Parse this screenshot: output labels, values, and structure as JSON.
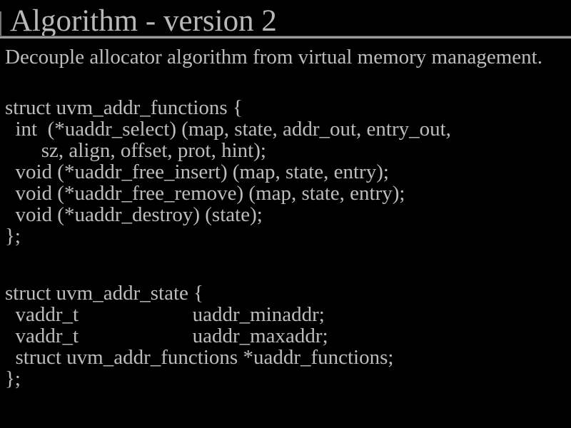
{
  "slide": {
    "title": "Algorithm - version 2",
    "intro": "Decouple allocator algorithm from virtual memory management.",
    "code_block_1": {
      "name": "uvm_addr_functions struct definition",
      "lines": [
        "struct uvm_addr_functions {",
        "  int  (*uaddr_select) (map, state, addr_out, entry_out,",
        "       sz, align, offset, prot, hint);",
        "  void (*uaddr_free_insert) (map, state, entry);",
        "  void (*uaddr_free_remove) (map, state, entry);",
        "  void (*uaddr_destroy) (state);",
        "};"
      ]
    },
    "code_block_2": {
      "name": "uvm_addr_state struct definition",
      "lines": [
        "struct uvm_addr_state {",
        "  vaddr_t                      uaddr_minaddr;",
        "  vaddr_t                      uaddr_maxaddr;",
        "  struct uvm_addr_functions *uaddr_functions;",
        "};"
      ]
    },
    "colors": {
      "background": "#000000",
      "text": "#bdbdbd",
      "title_text": "#b8b8b8",
      "rule": "#9b9b9b"
    }
  }
}
